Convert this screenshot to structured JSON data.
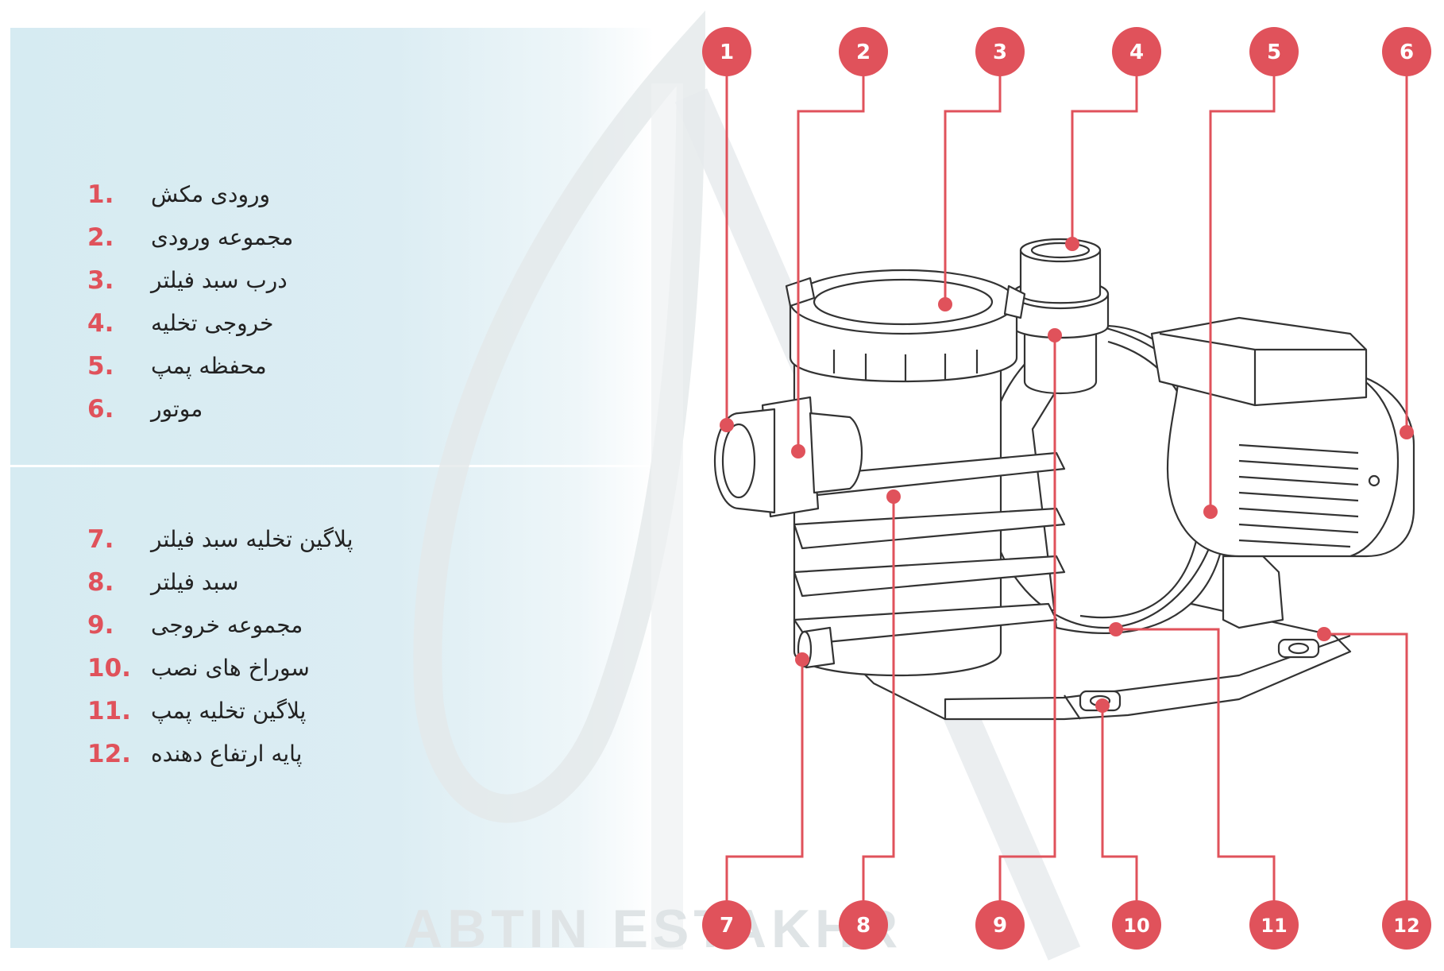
{
  "legend_top": [
    {
      "number": "1.",
      "label": "ورودی مکش"
    },
    {
      "number": "2.",
      "label": "مجموعه ورودی"
    },
    {
      "number": "3.",
      "label": "درب سبد فیلتر"
    },
    {
      "number": "4.",
      "label": "خروجی تخلیه"
    },
    {
      "number": "5.",
      "label": "محفظه پمپ"
    },
    {
      "number": "6.",
      "label": "موتور"
    }
  ],
  "legend_bottom": [
    {
      "number": "7.",
      "label": "پلاگین تخلیه سبد فیلتر"
    },
    {
      "number": "8.",
      "label": "سبد فیلتر"
    },
    {
      "number": "9.",
      "label": "مجموعه خروجی"
    },
    {
      "number": "10.",
      "label": "سوراخ های نصب"
    },
    {
      "number": "11.",
      "label": "پلاگین تخلیه پمپ"
    },
    {
      "number": "12.",
      "label": "پایه ارتفاع دهنده"
    }
  ],
  "callouts_top": [
    "1",
    "2",
    "3",
    "4",
    "5",
    "6"
  ],
  "callouts_bottom": [
    "7",
    "8",
    "9",
    "10",
    "11",
    "12"
  ],
  "watermark": "ABTIN ESTAKHR",
  "colors": {
    "accent": "#e0525b",
    "panel_bg": "#d6ebf2",
    "line_art": "#333333"
  }
}
